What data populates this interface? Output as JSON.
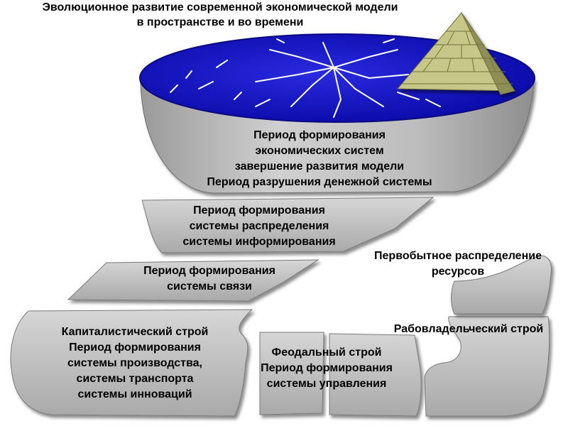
{
  "title": {
    "line1": "Эволюционное развитие современной экономической модели",
    "line2": "в пространстве и во времени"
  },
  "stages": {
    "top": {
      "line1": "Период формирования",
      "line2": "экономических систем",
      "line3": "завершение развития модели",
      "line4": "Период разрушения денежной системы"
    },
    "distribution": {
      "line1": "Период формирования",
      "line2": "системы распределения",
      "line3": "системы информирования"
    },
    "communication": {
      "line1": "Период формирования",
      "line2": "системы связи"
    },
    "capitalist": {
      "line1": "Капиталистический строй",
      "line2": "Период формирования",
      "line3": "системы производства,",
      "line4": "системы транспорта",
      "line5": "системы инноваций"
    },
    "feudal": {
      "line1": "Феодальный строй",
      "line2": "Период формирования",
      "line3": "системы управления"
    },
    "slave": {
      "line1": "Рабовладельческий строй"
    },
    "primitive": {
      "line1": "Первобытное распределение",
      "line2": "ресурсов"
    }
  },
  "colors": {
    "stone": "#c4c4c4",
    "stone_shadow": "#8a8a8a",
    "disc": "#1414c8",
    "pyramid": "#b9b97a"
  },
  "icons": [
    "pyramid-icon",
    "network-lines"
  ]
}
